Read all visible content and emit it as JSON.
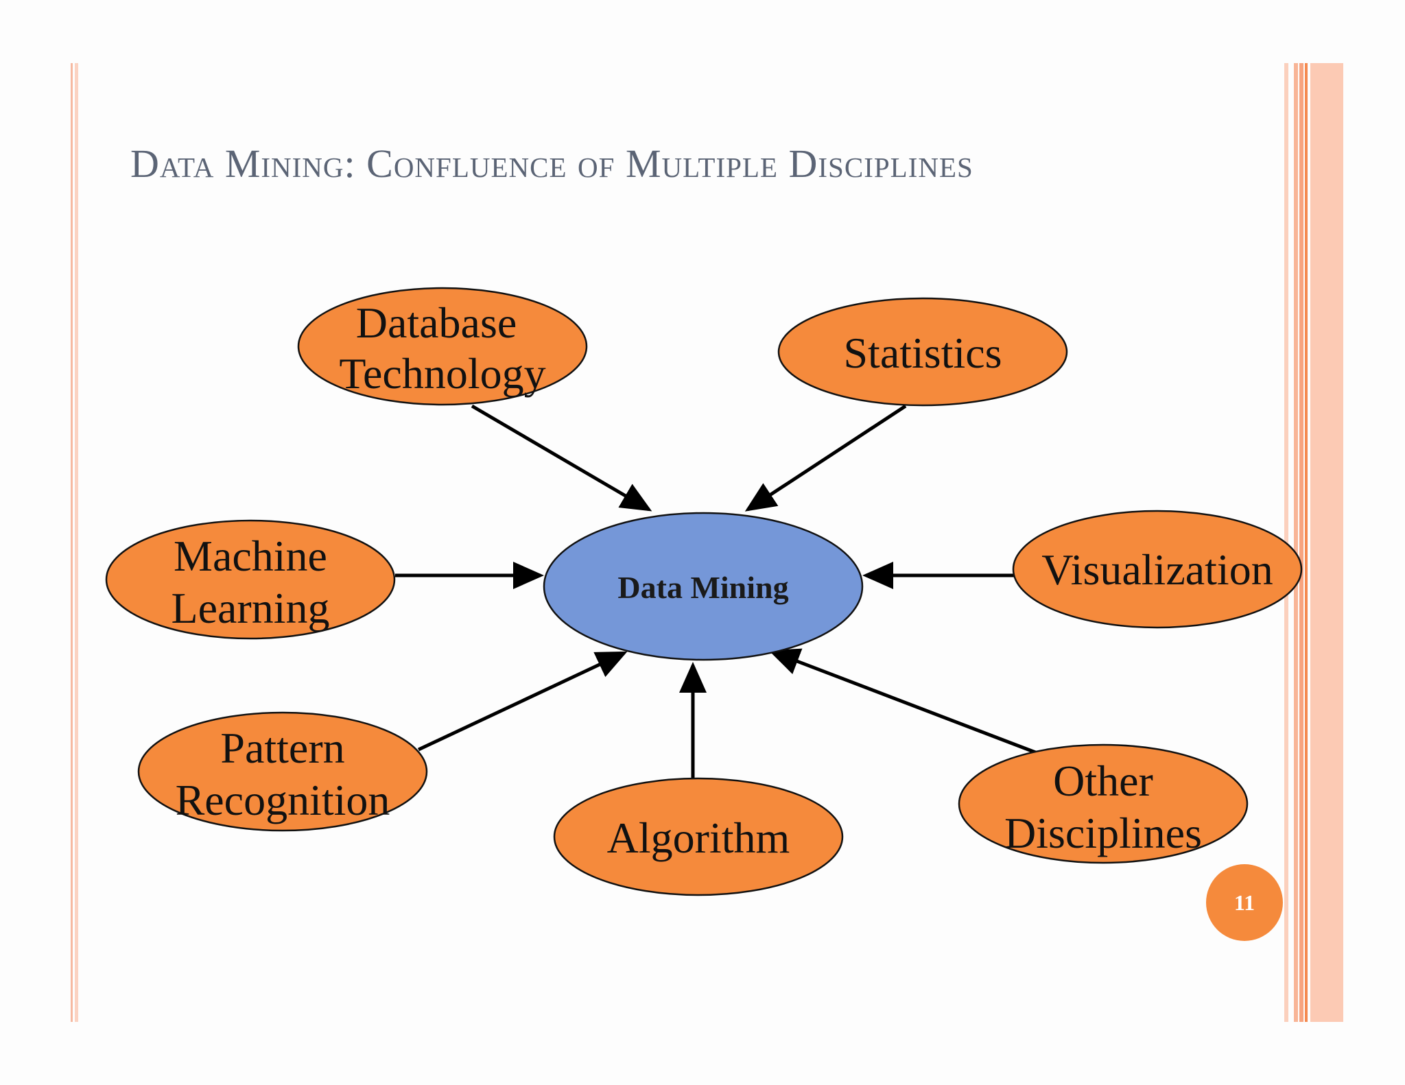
{
  "slide": {
    "title": "Data Mining: Confluence of Multiple Disciplines",
    "page_number": "11"
  },
  "diagram": {
    "center": {
      "label": "Data Mining"
    },
    "nodes": {
      "database": {
        "line1": "Database",
        "line2": "Technology"
      },
      "statistics": {
        "line1": "Statistics"
      },
      "machine_learning": {
        "line1": "Machine",
        "line2": "Learning"
      },
      "visualization": {
        "line1": "Visualization"
      },
      "pattern_recognition": {
        "line1": "Pattern",
        "line2": "Recognition"
      },
      "algorithm": {
        "line1": "Algorithm"
      },
      "other": {
        "line1": "Other",
        "line2": "Disciplines"
      }
    }
  },
  "colors": {
    "node_fill": "#f58a3c",
    "center_fill": "#7597d8",
    "title": "#5b6475",
    "accent_rule": "#f6b9a1"
  }
}
